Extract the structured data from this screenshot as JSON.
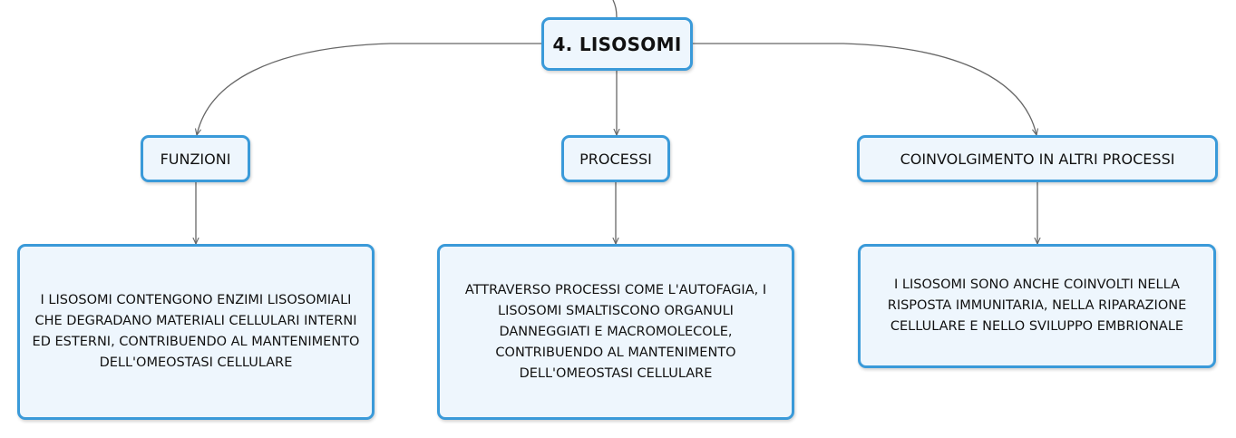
{
  "map": {
    "root": {
      "label": "4. LISOSOMI"
    },
    "branches": [
      {
        "label": "FUNZIONI"
      },
      {
        "label": "PROCESSI"
      },
      {
        "label": "COINVOLGIMENTO IN ALTRI PROCESSI"
      }
    ],
    "details": [
      {
        "text": "I LISOSOMI CONTENGONO ENZIMI LISOSOMIALI CHE DEGRADANO MATERIALI CELLULARI INTERNI ED ESTERNI, CONTRIBUENDO AL MANTENIMENTO DELL'OMEOSTASI CELLULARE"
      },
      {
        "text": "ATTRAVERSO PROCESSI COME L'AUTOFAGIA, I LISOSOMI SMALTISCONO ORGANULI DANNEGGIATI E MACROMOLECOLE, CONTRIBUENDO AL MANTENIMENTO DELL'OMEOSTASI CELLULARE"
      },
      {
        "text": "I LISOSOMI SONO ANCHE COINVOLTI NELLA RISPOSTA IMMUNITARIA, NELLA RIPARAZIONE CELLULARE E NELLO SVILUPPO EMBRIONALE"
      }
    ],
    "colors": {
      "node_border": "#3a9ad9",
      "node_fill": "#eef6fd",
      "connector": "#666666"
    }
  }
}
